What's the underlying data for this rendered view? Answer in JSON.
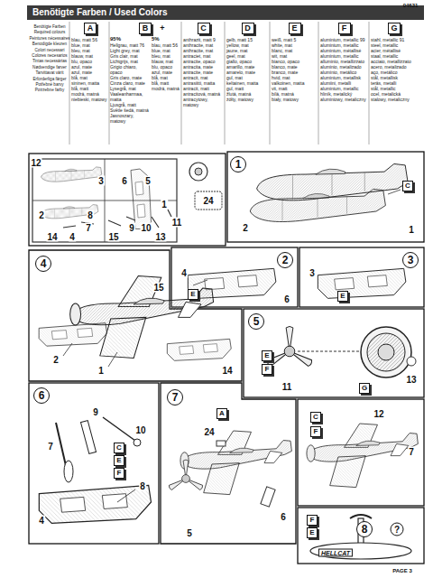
{
  "diagram": {
    "title": "Benötigte Farben / Used Colors",
    "nodes": [
      {
        "text": [
          "A",
          "blau, matt 56",
          "blue, mat",
          "bleu, mat",
          "blauw, mat",
          "blu, opaco",
          "azul, mate",
          "azul, mate",
          "blå, mat",
          "sininen, matta",
          "blå, matt",
          "modrá, matná",
          "niebieski, matowy"
        ]
      },
      {
        "text": [
          "B"
        ]
      },
      {
        "text": [
          "95%",
          "Hellgrau, matt 76",
          "Light grey, mat",
          "Gris clair, mat",
          "Lichtgrijs, mat",
          "Grigio chiaro, opaco",
          "Gris claro, mate",
          "Cinza claro, mate",
          "Lysegrå, mat",
          "Vaaleanharmaa, matta",
          "Ljusgrå, matt",
          "Světle šedá, matná",
          "Jasnoszary, matowy"
        ],
        "in": 1
      },
      {
        "text": [
          "5%",
          "blau, matt 56",
          "blue, mat",
          "bleu, mat",
          "blauw, mat",
          "blu, opaco",
          "azul, mate",
          "blå, mat",
          "blå, matt",
          "modrá, matná"
        ],
        "in": 1
      },
      {
        "text": [
          "C",
          "anthrazit, matt 9",
          "anthracite, mat",
          "anthracite, mat",
          "antraciet, mat",
          "antracite, opaco",
          "antracita, mate",
          "antracite, mate",
          "antracit, mat",
          "antrasiitti, matta",
          "antracit, matt",
          "antracitová, matná",
          "antracytowy, matowy"
        ]
      },
      {
        "text": [
          "D",
          "gelb, matt 15",
          "yellow, mat",
          "jaune, mat",
          "geel, mat",
          "giallo, opaco",
          "amarillo, mate",
          "amarelo, mate",
          "gul, mat",
          "keltainen, matta",
          "gul, matt",
          "žlutá, matná",
          "żółty, matowy"
        ]
      },
      {
        "text": [
          "E",
          "weiß, matt 5",
          "white, mat",
          "blanc, mat",
          "wit, mat",
          "bianco, opaco",
          "blanco, mate",
          "branco, mate",
          "hvid, mat",
          "valkoinen, matta",
          "vit, matt",
          "bílá, matná",
          "biały, matowy"
        ]
      },
      {
        "text": [
          "F",
          "aluminium, metallic 99",
          "aluminium, metallic",
          "aluminium, métallisé",
          "aluminium, metallic",
          "alluminio, metallizzato",
          "aluminio, metalizado",
          "alumínio, metálico",
          "aluminium, metallisk",
          "alumiini, metalli",
          "aluminium, metallic",
          "hliník, metalický",
          "aluminiowy, metaliczny"
        ]
      },
      {
        "text": [
          "G",
          "stahl, metallic 91",
          "steel, metallic",
          "acier, métallisé",
          "staal, metallic",
          "acciaio, metallizzato",
          "acero, metalizado",
          "aço, metálico",
          "stål, metallisk",
          "teräs, metalli",
          "stål, metallic",
          "ocel, metalická",
          "stalowy, metaliczny"
        ]
      }
    ],
    "labels": [
      "04631",
      "Benötigte Farben",
      "Required colours",
      "Peintures nécessaires",
      "Benodigde kleuren",
      "Colori necessari",
      "Colores necesarios",
      "Tintas necessárias",
      "Nødvendige farver",
      "Tarvittavat värit",
      "Erforderliga färger",
      "Potřebné barvy",
      "Potrzebne farby",
      "+",
      "12",
      "3",
      "6",
      "5",
      "1",
      "2",
      "14",
      "4",
      "8",
      "7",
      "15",
      "9",
      "10",
      "13",
      "11",
      "24",
      "1",
      "2",
      "1",
      "C",
      "2",
      "4",
      "E",
      "6",
      "3",
      "3",
      "E",
      "4",
      "15",
      "2",
      "1",
      "14",
      "5",
      "11",
      "13",
      "E",
      "F",
      "G",
      "6",
      "9",
      "10",
      "7",
      "C",
      "E",
      "F",
      "8",
      "4",
      "7",
      "A",
      "24",
      "6",
      "5",
      "12",
      "C",
      "F",
      "7",
      "F",
      "E",
      "HELLCAT",
      "8",
      "?",
      "PAGE 3"
    ]
  }
}
